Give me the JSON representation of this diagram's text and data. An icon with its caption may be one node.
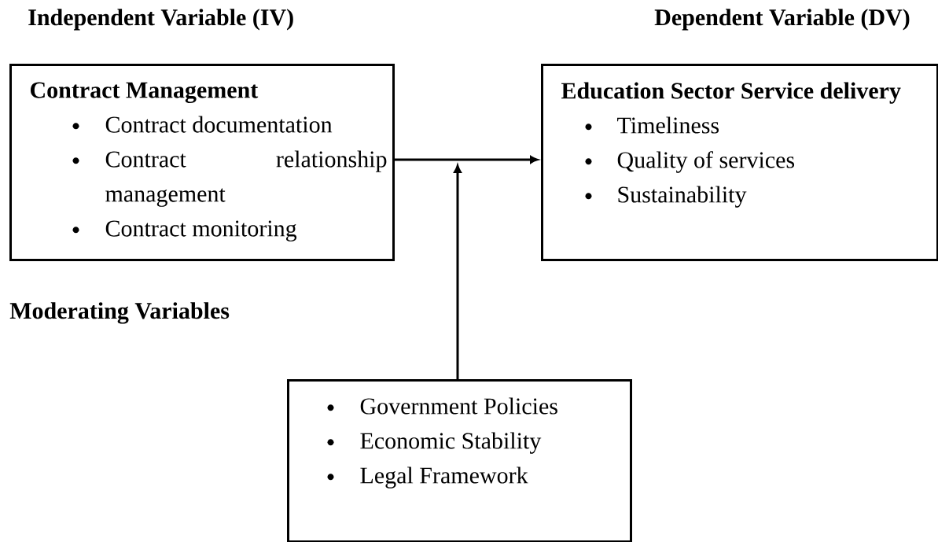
{
  "diagram": {
    "nodes": [
      {
        "text": [
          "Contract Management",
          "Contract documentation",
          "Contract relationship management",
          "Contract monitoring"
        ]
      },
      {
        "text": [
          "Education Sector Service delivery",
          "Timeliness",
          "Quality of services",
          "Sustainability"
        ]
      },
      {
        "text": [
          "Government Policies",
          "Economic Stability",
          "Legal Framework"
        ]
      }
    ],
    "edges": [
      {
        "from": 0,
        "to": 1,
        "arrow": "to"
      },
      {
        "from": 2,
        "to": null,
        "arrow": "to"
      }
    ],
    "labels": [
      "Independent Variable (IV)",
      "Dependent Variable (DV)",
      "Moderating Variables"
    ]
  }
}
